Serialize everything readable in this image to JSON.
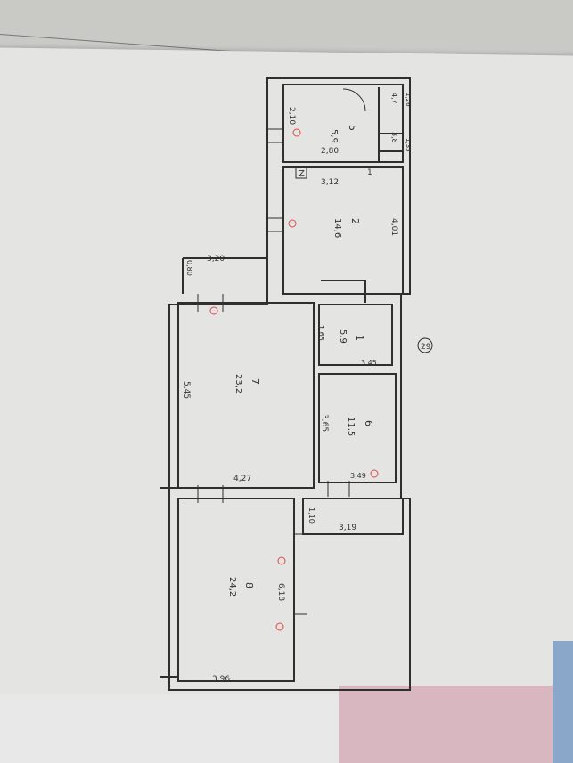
{
  "plan_labels": {
    "room5_number": "5",
    "room5_area": "5,9",
    "room5_side": "2,10",
    "room5_width": "2,80",
    "room_small_1": "4,7",
    "room_small_2": "3,8",
    "room_small_3": "1,26",
    "room_small_4": "1,35",
    "room2_number": "2",
    "room2_area": "14,6",
    "room2_width": "3,12",
    "room2_side": "4,01",
    "corridor_width": "3,20",
    "corridor_side": "0,80",
    "room7_number": "7",
    "room7_area": "23,2",
    "room7_length": "5,45",
    "room7_width": "4,27",
    "room1_number": "1",
    "room1_area": "5,9",
    "room1_width": "1,65",
    "room1_length": "3,45",
    "room6_number": "6",
    "room6_area": "11,5",
    "room6_length": "3,65",
    "room6_width": "3,49",
    "building_number": "29",
    "room8_number": "8",
    "room8_area": "24,2",
    "room8_width": "6,18",
    "room8_length": "3,96",
    "corridor2_side": "1,10",
    "corridor2_width": "3,19",
    "stair_mark": "Z",
    "corner_mark": "1"
  },
  "colors": {
    "paper": "#e4e4e2",
    "line": "#2f2f2f",
    "stamp": "#e14a4a",
    "background": "#d9d9d6",
    "pink_object": "#d9b7c1"
  }
}
